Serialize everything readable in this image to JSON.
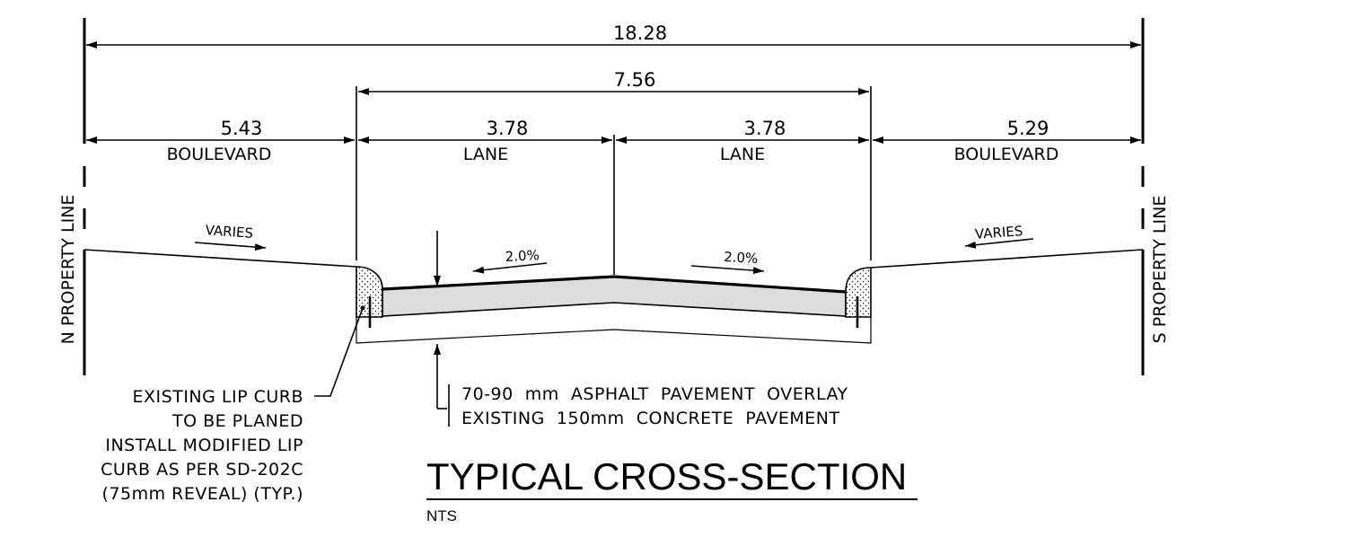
{
  "dimensions": {
    "overall": "18.28",
    "travelled": "7.56",
    "north_boulevard": {
      "value": "5.43",
      "label": "BOULEVARD"
    },
    "lane_left": {
      "value": "3.78",
      "label": "LANE"
    },
    "lane_right": {
      "value": "3.78",
      "label": "LANE"
    },
    "south_boulevard": {
      "value": "5.29",
      "label": "BOULEVARD"
    }
  },
  "property_lines": {
    "north": "N PROPERTY LINE",
    "south": "S PROPERTY LINE"
  },
  "slopes": {
    "north_boulevard": "VARIES",
    "south_boulevard": "VARIES",
    "lane_left": "2.0%",
    "lane_right": "2.0%"
  },
  "notes": {
    "curb": [
      "EXISTING LIP CURB",
      "TO BE PLANED",
      "INSTALL MODIFIED LIP",
      "CURB AS PER SD-202C",
      "(75mm REVEAL) (TYP.)"
    ],
    "pavement": [
      "70-90  mm  ASPHALT  PAVEMENT  OVERLAY",
      "EXISTING  150mm  CONCRETE  PAVEMENT"
    ]
  },
  "title": "TYPICAL CROSS-SECTION",
  "scale": "NTS"
}
